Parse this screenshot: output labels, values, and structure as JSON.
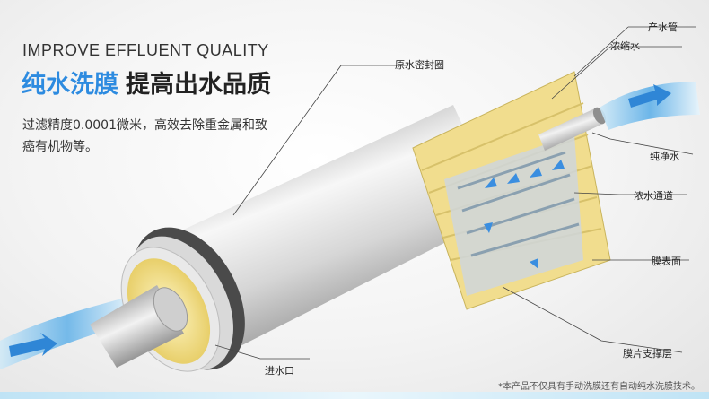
{
  "headline": {
    "english": "IMPROVE EFFLUENT QUALITY",
    "title_blue": "纯水洗膜",
    "title_dark": "提高出水品质"
  },
  "description": "过滤精度0.0001微米，高效去除重金属和致癌有机物等。",
  "labels": {
    "product_tube": "产水管",
    "concentrate": "浓缩水",
    "raw_seal": "原水密封圈",
    "pure_water": "纯净水",
    "concentrate_channel": "浓水通道",
    "membrane_surface": "膜表面",
    "membrane_support": "膜片支撑层",
    "water_inlet": "进水口"
  },
  "footnote": "*本产品不仅具有手动洗膜还有自动纯水洗膜技术。",
  "colors": {
    "accent_blue": "#2d8be0",
    "membrane_yellow": "#f1dd8e",
    "water_blue": "#3a9be0"
  }
}
